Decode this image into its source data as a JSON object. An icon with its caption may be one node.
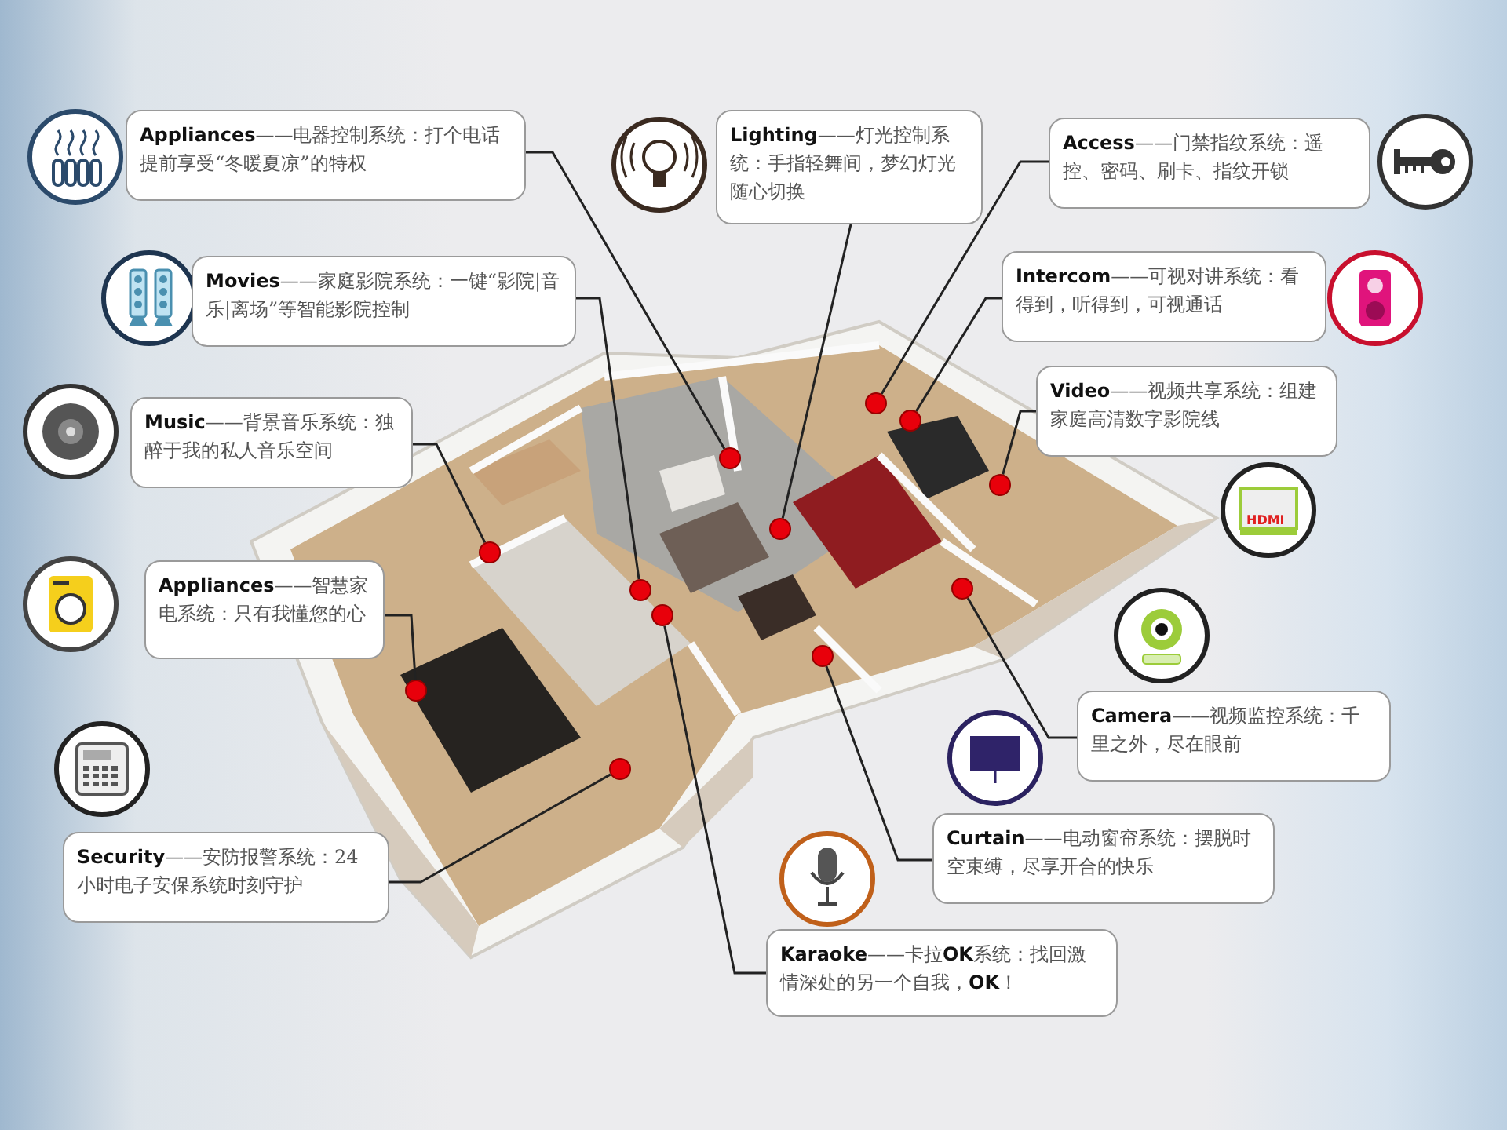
{
  "diagram": {
    "nodes": [
      {
        "text": [
          "**Appliances**——电器控制系统：打个电话提前享受“冬暖夏凉”的特权"
        ]
      },
      {
        "text": [
          "**Lighting**——灯光控制系统：手指轻舞间，梦幻灯光随心切换"
        ]
      },
      {
        "text": [
          "**Access**——门禁指纹系统：遥控、密码、刷卡、指纹开锁"
        ]
      },
      {
        "text": [
          "**Intercom**——可视对讲系统：看得到，听得到，可视通话"
        ]
      },
      {
        "text": [
          "**Movies**——家庭影院系统：一键“影院|音乐|离场”等智能影院控制"
        ]
      },
      {
        "text": [
          "**Video**——视频共享系统：组建家庭高清数字影院线"
        ]
      },
      {
        "text": [
          "**Music**——背景音乐系统：独醉于我的私人音乐空间"
        ]
      },
      {
        "text": [
          "**Appliances**——智慧家电系统：只有我懂您的心"
        ]
      },
      {
        "text": [
          "**Camera**——视频监控系统：千里之外，尽在眼前"
        ]
      },
      {
        "text": [
          "**Curtain**——电动窗帘系统：摆脱时空束缚，尽享开合的快乐"
        ]
      },
      {
        "text": [
          "**Security**——安防报警系统：24小时电子安保系统时刻守护"
        ]
      },
      {
        "text": [
          "**Karaoke**——卡拉**OK**系统：找回激情深处的另一个自我，**OK**！"
        ]
      },
      {
        "text": [],
        "shape": "circle"
      },
      {
        "text": [],
        "shape": "circle"
      },
      {
        "text": [],
        "shape": "circle"
      },
      {
        "text": [],
        "shape": "circle"
      },
      {
        "text": [],
        "shape": "circle"
      },
      {
        "text": [],
        "shape": "circle"
      },
      {
        "text": [],
        "shape": "circle"
      },
      {
        "text": [],
        "shape": "circle"
      },
      {
        "text": [],
        "shape": "circle"
      },
      {
        "text": [],
        "shape": "circle"
      },
      {
        "text": [],
        "shape": "circle"
      },
      {
        "text": [],
        "shape": "circle"
      }
    ],
    "edges": [
      {
        "from": 0,
        "to": 17,
        "arrow": "none"
      },
      {
        "from": 1,
        "to": 18,
        "arrow": "none"
      },
      {
        "from": 2,
        "to": 20,
        "arrow": "none"
      },
      {
        "from": 3,
        "to": 21,
        "arrow": "none"
      },
      {
        "from": 4,
        "to": 15,
        "arrow": "none"
      },
      {
        "from": 5,
        "to": 23,
        "arrow": "none"
      },
      {
        "from": 6,
        "to": 13,
        "arrow": "none"
      },
      {
        "from": 7,
        "to": 12,
        "arrow": "none"
      },
      {
        "from": 8,
        "to": 22,
        "arrow": "none"
      },
      {
        "from": 9,
        "to": 19,
        "arrow": "none"
      },
      {
        "from": 10,
        "to": 14,
        "arrow": "none"
      },
      {
        "from": 11,
        "to": 16,
        "arrow": "none"
      }
    ],
    "labels": [
      "HDMI"
    ]
  }
}
